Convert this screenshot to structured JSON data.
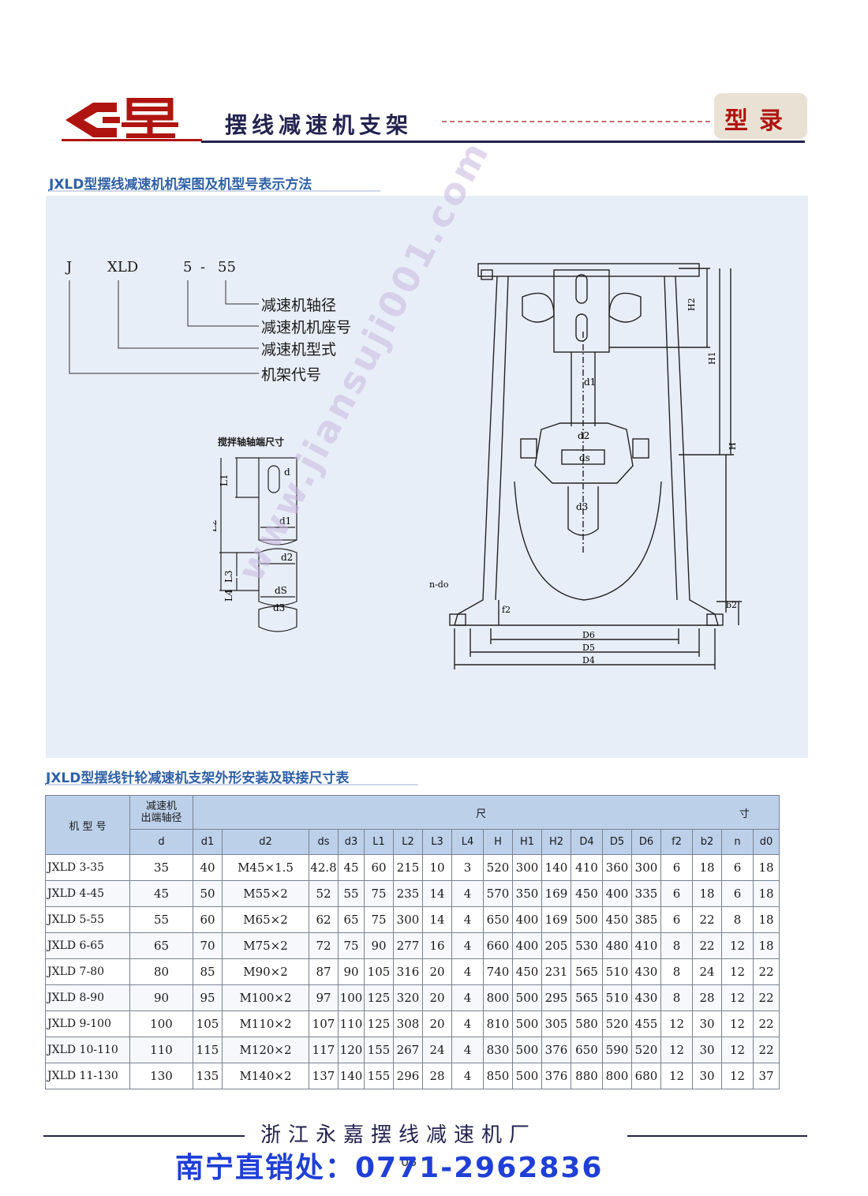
{
  "header": {
    "brand": "E星",
    "title": "摆线减速机支架",
    "catalog": "型录"
  },
  "section1_title": "JXLD型摆线减速机机架图及机型号表示方法",
  "model_code": {
    "parts": [
      "J",
      "XLD",
      "5",
      "-",
      "55"
    ],
    "labels": [
      "减速机轴径",
      "减速机机座号",
      "减速机型式",
      "机架代号"
    ]
  },
  "shaft_diagram": {
    "title": "搅拌轴轴端尺寸",
    "labels": [
      "L1",
      "L2",
      "L3",
      "L4",
      "d",
      "d1",
      "d2",
      "dS",
      "d3"
    ]
  },
  "frame_diagram": {
    "labels": [
      "H2",
      "H1",
      "H",
      "d1",
      "d2",
      "ds",
      "d3",
      "n-do",
      "f2",
      "b2",
      "D6",
      "D5",
      "D4"
    ]
  },
  "watermark": "www.jiansuji001.com",
  "section2_title": "JXLD型摆线针轮减速机支架外形安装及联接尺寸表",
  "table": {
    "h_model": "机 型 号",
    "h_shaft": "减速机\n出端轴径",
    "h_dims_1": "尺",
    "h_dims_2": "寸",
    "columns": [
      "d",
      "d1",
      "d2",
      "ds",
      "d3",
      "L1",
      "L2",
      "L3",
      "L4",
      "H",
      "H1",
      "H2",
      "D4",
      "D5",
      "D6",
      "f2",
      "b2",
      "n",
      "d0"
    ],
    "rows": [
      [
        "JXLD 3-35",
        "35",
        "40",
        "M45×1.5",
        "42.8",
        "45",
        "60",
        "215",
        "10",
        "3",
        "520",
        "300",
        "140",
        "410",
        "360",
        "300",
        "6",
        "18",
        "6",
        "18"
      ],
      [
        "JXLD 4-45",
        "45",
        "50",
        "M55×2",
        "52",
        "55",
        "75",
        "235",
        "14",
        "4",
        "570",
        "350",
        "169",
        "450",
        "400",
        "335",
        "6",
        "18",
        "6",
        "18"
      ],
      [
        "JXLD 5-55",
        "55",
        "60",
        "M65×2",
        "62",
        "65",
        "75",
        "300",
        "14",
        "4",
        "650",
        "400",
        "169",
        "500",
        "450",
        "385",
        "6",
        "22",
        "8",
        "18"
      ],
      [
        "JXLD 6-65",
        "65",
        "70",
        "M75×2",
        "72",
        "75",
        "90",
        "277",
        "16",
        "4",
        "660",
        "400",
        "205",
        "530",
        "480",
        "410",
        "8",
        "22",
        "12",
        "18"
      ],
      [
        "JXLD 7-80",
        "80",
        "85",
        "M90×2",
        "87",
        "90",
        "105",
        "316",
        "20",
        "4",
        "740",
        "450",
        "231",
        "565",
        "510",
        "430",
        "8",
        "24",
        "12",
        "22"
      ],
      [
        "JXLD 8-90",
        "90",
        "95",
        "M100×2",
        "97",
        "100",
        "125",
        "320",
        "20",
        "4",
        "800",
        "500",
        "295",
        "565",
        "510",
        "430",
        "8",
        "28",
        "12",
        "22"
      ],
      [
        "JXLD 9-100",
        "100",
        "105",
        "M110×2",
        "107",
        "110",
        "125",
        "308",
        "20",
        "4",
        "810",
        "500",
        "305",
        "580",
        "520",
        "455",
        "12",
        "30",
        "12",
        "22"
      ],
      [
        "JXLD 10-110",
        "110",
        "115",
        "M120×2",
        "117",
        "120",
        "155",
        "267",
        "24",
        "4",
        "830",
        "500",
        "376",
        "650",
        "590",
        "520",
        "12",
        "30",
        "12",
        "22"
      ],
      [
        "JXLD 11-130",
        "130",
        "135",
        "M140×2",
        "137",
        "140",
        "155",
        "296",
        "28",
        "4",
        "850",
        "500",
        "376",
        "880",
        "800",
        "680",
        "12",
        "30",
        "12",
        "37"
      ]
    ]
  },
  "footer": {
    "factory": "浙江永嘉摆线减速机厂",
    "branch": "南宁直销处：0771-2962836",
    "page_no": "08"
  }
}
